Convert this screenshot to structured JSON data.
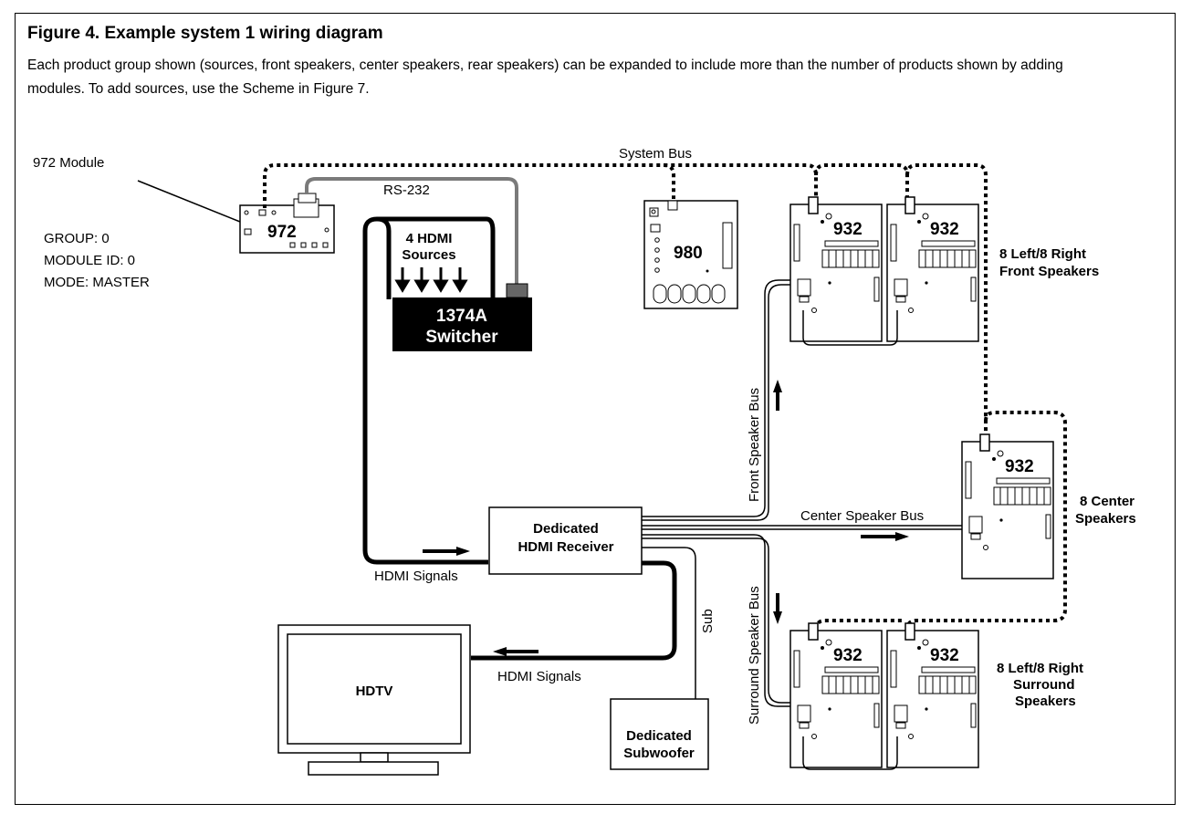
{
  "figure": {
    "title": "Figure 4. Example system 1 wiring diagram",
    "description": "Each product group shown (sources, front speakers, center speakers, rear speakers) can be expanded to include more than the number of products shown by adding modules. To add sources, use the Scheme in Figure 7."
  },
  "master_module": {
    "label": "972 Module",
    "number": "972",
    "settings": [
      "GROUP: 0",
      "MODULE ID: 0",
      "MODE: MASTER"
    ]
  },
  "buses": {
    "system": "System Bus",
    "rs232": "RS-232",
    "front": "Front Speaker Bus",
    "center": "Center Speaker Bus",
    "surround": "Surround Speaker Bus",
    "sub": "Sub",
    "hdmi_in": "HDMI Signals",
    "hdmi_out": "HDMI Signals"
  },
  "devices": {
    "sources": [
      "4 HDMI",
      "Sources"
    ],
    "switcher": [
      "1374A",
      "Switcher"
    ],
    "receiver": [
      "Dedicated",
      "HDMI Receiver"
    ],
    "hdtv": "HDTV",
    "subwoofer": [
      "Dedicated",
      "Subwoofer"
    ],
    "module_980": "980",
    "module_932": "932"
  },
  "speaker_groups": {
    "front": [
      "8 Left/8 Right",
      "Front Speakers"
    ],
    "center": [
      "8 Center",
      "Speakers"
    ],
    "surround": [
      "8 Left/8 Right",
      "Surround",
      "Speakers"
    ]
  },
  "colors": {
    "line": "#000000",
    "rs232_cable": "#7a7a7a",
    "box_fill": "#000000"
  }
}
